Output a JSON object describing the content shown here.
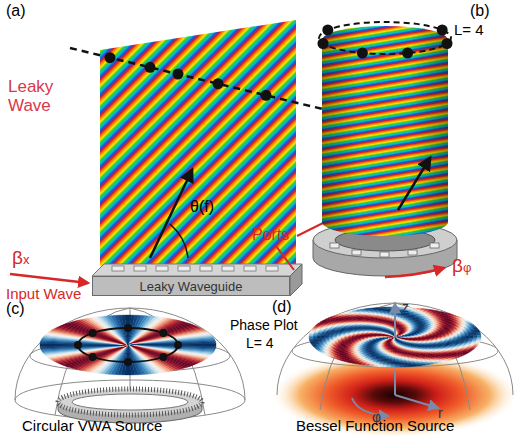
{
  "diagram": {
    "nodes": [
      {
        "text": [
          "Leaky Waveguide"
        ]
      }
    ],
    "labels": [
      "(a)",
      "(b)",
      "(c)",
      "(d)",
      "Leaky Wave",
      "βx",
      "θ(f)",
      "Input Wave",
      "Ports",
      "L= 4",
      "βφ",
      "Phase Plot",
      "L= 4",
      "z",
      "r",
      "φ",
      "Circular VWA Source",
      "Bessel Function Source"
    ]
  }
}
